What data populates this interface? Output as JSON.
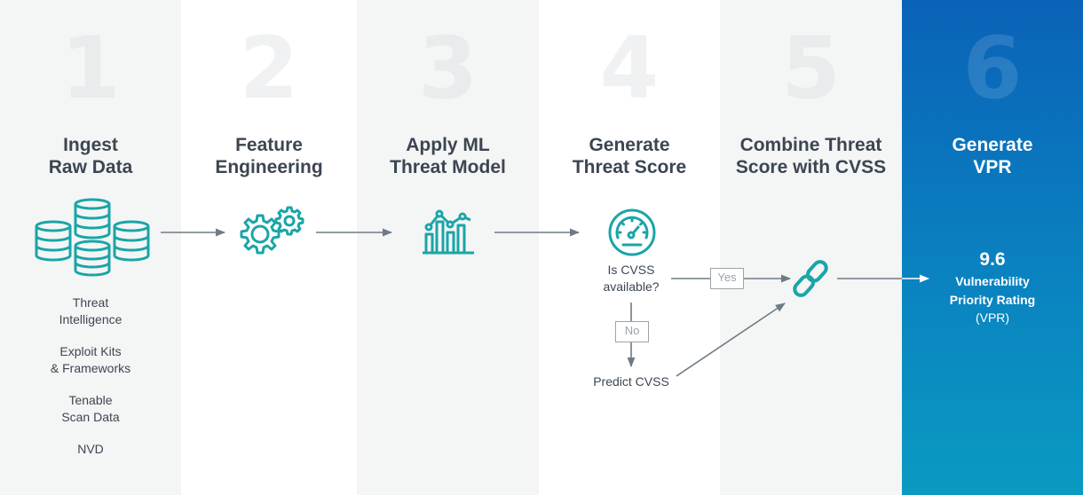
{
  "steps": [
    {
      "number": "1",
      "title": "Ingest\nRaw Data"
    },
    {
      "number": "2",
      "title": "Feature\nEngineering"
    },
    {
      "number": "3",
      "title": "Apply ML\nThreat Model"
    },
    {
      "number": "4",
      "title": "Generate\nThreat Score"
    },
    {
      "number": "5",
      "title": "Combine Threat\nScore with CVSS"
    },
    {
      "number": "6",
      "title": "Generate\nVPR"
    }
  ],
  "sources": [
    "Threat\nIntelligence",
    "Exploit Kits\n& Frameworks",
    "Tenable\nScan Data",
    "NVD"
  ],
  "decision": {
    "question": "Is CVSS\navailable?",
    "yes_label": "Yes",
    "no_label": "No",
    "predict_label": "Predict CVSS"
  },
  "result": {
    "score": "9.6",
    "label": "Vulnerability\nPriority Rating",
    "abbr": "(VPR)"
  },
  "icons": [
    "database-stack-icon",
    "gears-icon",
    "bar-chart-trend-icon",
    "speedometer-gauge-icon",
    "chain-link-icon"
  ],
  "colors": {
    "accent": "#1aa5a8",
    "text": "#3c4652",
    "arrow": "#6f7b84",
    "panel": "#f4f5f5",
    "vpr_top": "#0a62b8",
    "vpr_bottom": "#0a9ac2"
  }
}
